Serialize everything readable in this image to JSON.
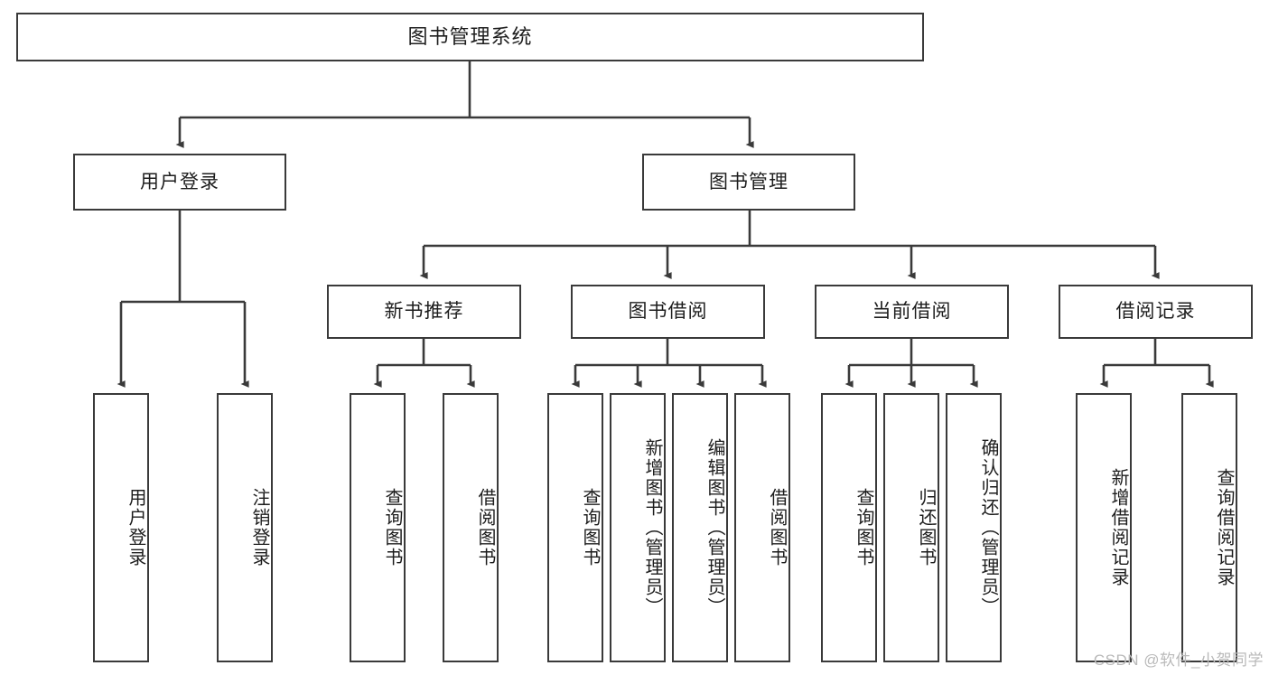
{
  "diagram": {
    "type": "tree",
    "title": "图书管理系统",
    "orientation": "top-down",
    "colors": {
      "box_border": "#3a3a3a",
      "box_fill": "#ffffff",
      "edge": "#3a3a3a",
      "text": "#1d1d1d",
      "watermark": "#b9b9b9",
      "background": "#ffffff"
    },
    "watermark": "CSDN @软件_小贺同学"
  },
  "nodes": {
    "root": {
      "label": "图书管理系统",
      "level": 1
    },
    "level2": [
      {
        "id": "user-login",
        "label": "用户登录"
      },
      {
        "id": "book-manage",
        "label": "图书管理"
      }
    ],
    "level3": [
      {
        "id": "new-book-recommend",
        "label": "新书推荐",
        "parent": "book-manage"
      },
      {
        "id": "book-borrow",
        "label": "图书借阅",
        "parent": "book-manage"
      },
      {
        "id": "current-borrow",
        "label": "当前借阅",
        "parent": "book-manage"
      },
      {
        "id": "borrow-record",
        "label": "借阅记录",
        "parent": "book-manage"
      }
    ],
    "leaves": {
      "user_login": [
        {
          "id": "leaf-user-login",
          "label": "用户登录"
        },
        {
          "id": "leaf-user-logout",
          "label": "注销登录"
        }
      ],
      "new_book_recommend": [
        {
          "id": "leaf-query-book-1",
          "label": "查询图书"
        },
        {
          "id": "leaf-borrow-book-1",
          "label": "借阅图书"
        }
      ],
      "book_borrow": [
        {
          "id": "leaf-query-book-2",
          "label": "查询图书"
        },
        {
          "id": "leaf-add-book",
          "label": "新增图书（管理员）"
        },
        {
          "id": "leaf-edit-book",
          "label": "编辑图书（管理员）"
        },
        {
          "id": "leaf-borrow-book-2",
          "label": "借阅图书"
        }
      ],
      "current_borrow": [
        {
          "id": "leaf-query-book-3",
          "label": "查询图书"
        },
        {
          "id": "leaf-return-book",
          "label": "归还图书"
        },
        {
          "id": "leaf-confirm-return",
          "label": "确认归还（管理员）"
        }
      ],
      "borrow_record": [
        {
          "id": "leaf-add-record",
          "label": "新增借阅记录"
        },
        {
          "id": "leaf-query-record",
          "label": "查询借阅记录"
        }
      ]
    }
  }
}
